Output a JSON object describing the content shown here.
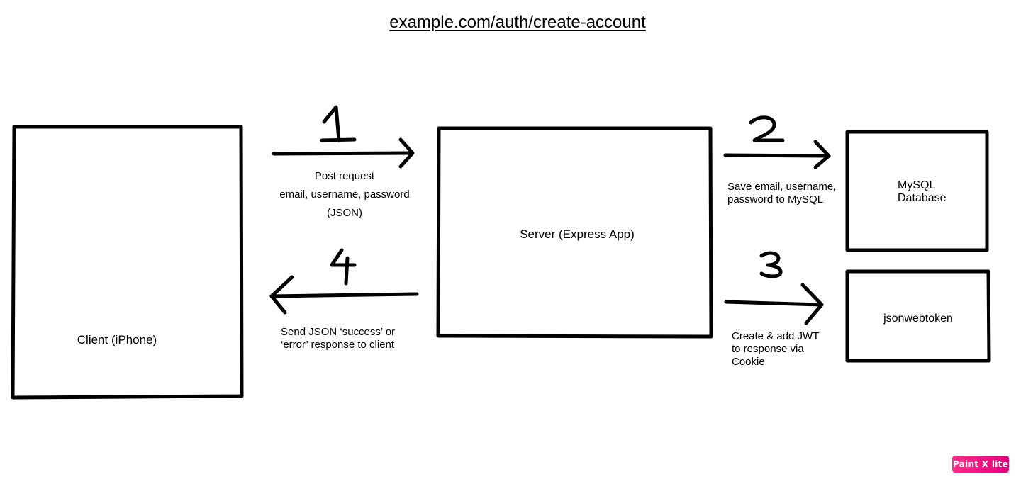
{
  "title": "example.com/auth/create-account",
  "nodes": {
    "client": "Client (iPhone)",
    "server": "Server (Express App)",
    "database": [
      "MySQL",
      "Database"
    ],
    "jwt": "jsonwebtoken"
  },
  "steps": [
    {
      "number": "1",
      "lines": [
        "Post request",
        "email, username, password",
        "(JSON)"
      ]
    },
    {
      "number": "2",
      "lines": [
        "Save email, username,",
        "password to MySQL"
      ]
    },
    {
      "number": "3",
      "lines": [
        "Create & add JWT",
        "to response via",
        "Cookie"
      ]
    },
    {
      "number": "4",
      "lines": [
        "Send JSON ‘success’ or",
        "‘error’ response to client"
      ]
    }
  ],
  "badge": "Paint X lite"
}
